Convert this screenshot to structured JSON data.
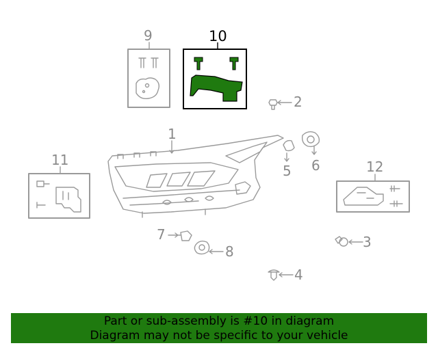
{
  "diagram": {
    "callouts": {
      "c1": "1",
      "c2": "2",
      "c3": "3",
      "c4": "4",
      "c5": "5",
      "c6": "6",
      "c7": "7",
      "c8": "8",
      "c9": "9",
      "c10": "10",
      "c11": "11",
      "c12": "12"
    },
    "highlighted_part": "10",
    "colors": {
      "highlight": "#1f7a0f",
      "line": "#9a9a9a",
      "banner": "#1f7a0f"
    }
  },
  "banner": {
    "line1": "Part or sub-assembly is #10 in diagram",
    "line2": "Diagram may not be specific to your vehicle"
  }
}
